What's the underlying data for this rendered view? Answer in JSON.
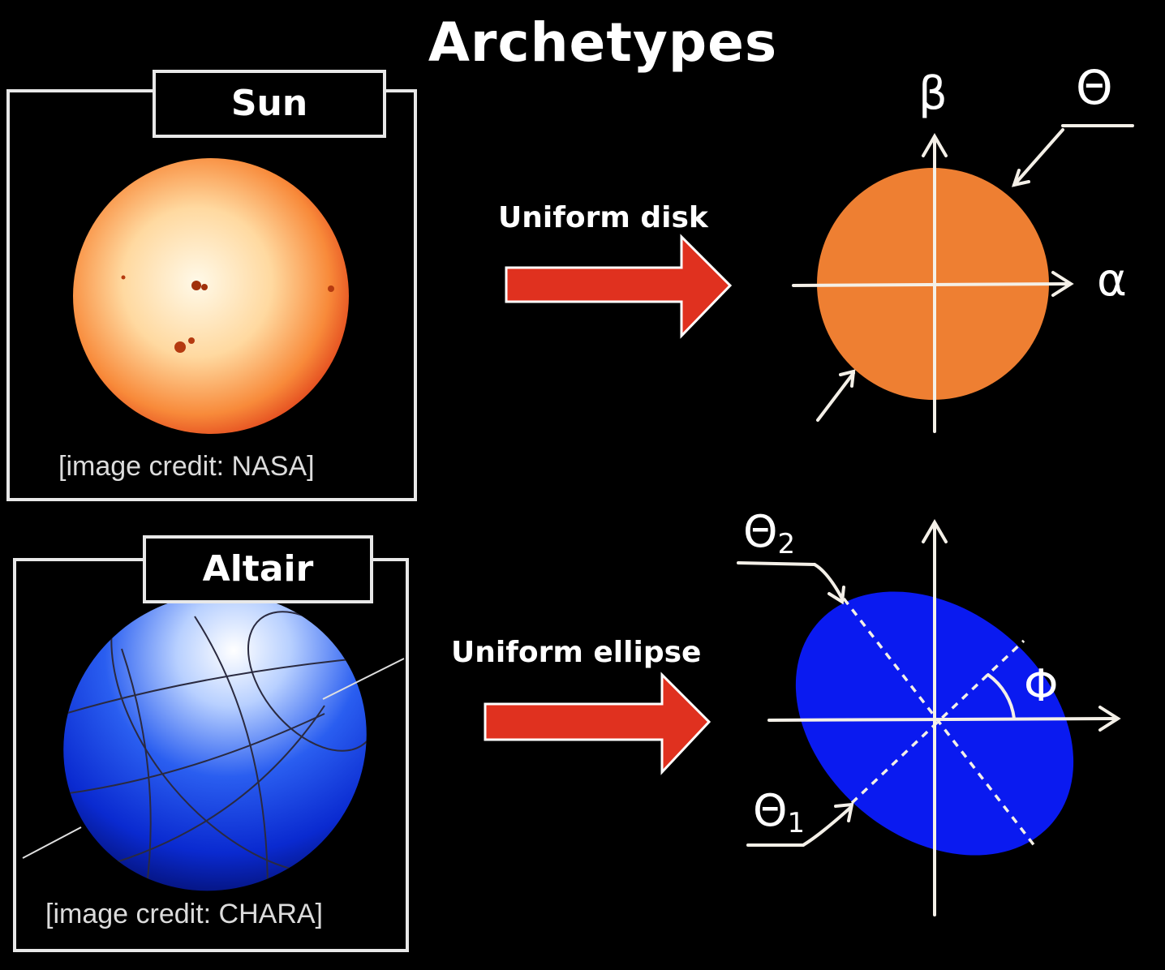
{
  "title": "Archetypes",
  "panels": [
    {
      "label": "Sun",
      "credit": "[image credit: NASA]",
      "caption": "Uniform disk"
    },
    {
      "label": "Altair",
      "credit": "[image credit: CHARA]",
      "caption": "Uniform ellipse"
    }
  ],
  "disk_diagram": {
    "axis_y_label": "β",
    "axis_x_label": "α",
    "radius_label": "Θ",
    "fill_color": "#ee7f32"
  },
  "ellipse_diagram": {
    "major_label": "Θ",
    "major_sub": "2",
    "minor_label": "Θ",
    "minor_sub": "1",
    "angle_label": "Φ",
    "fill_color": "#0a1af0"
  },
  "colors": {
    "arrow": "#e0311f",
    "background": "#000000"
  }
}
